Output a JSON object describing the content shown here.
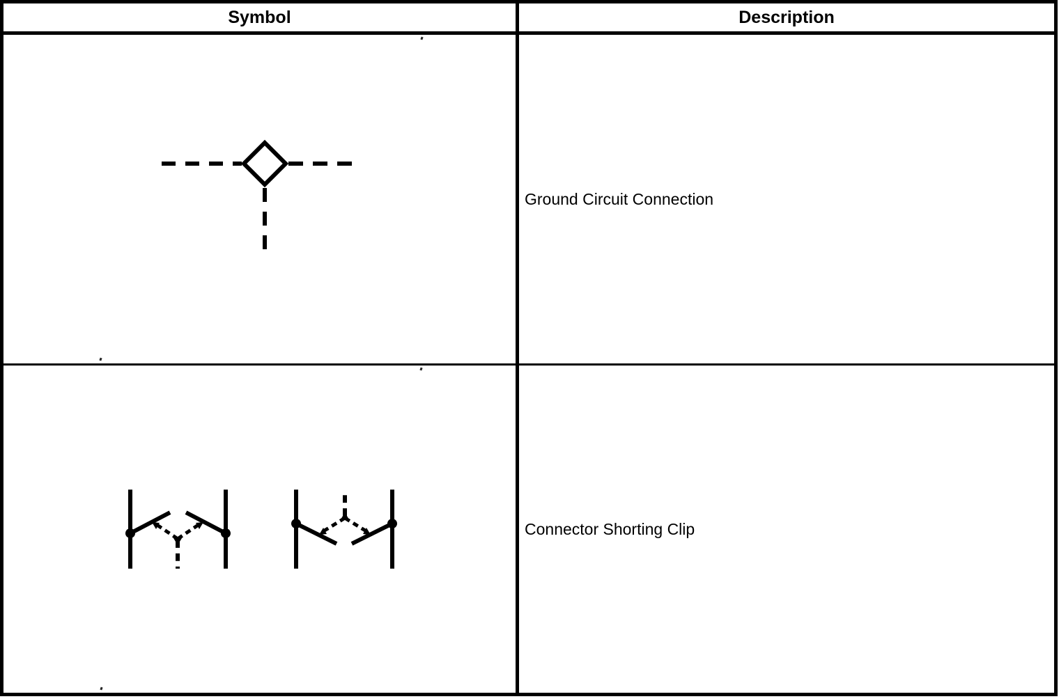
{
  "table": {
    "headers": [
      {
        "label": "Symbol"
      },
      {
        "label": "Description"
      }
    ],
    "rows": [
      {
        "symbol_name": "ground-circuit-connection-symbol",
        "description": "Ground Circuit Connection"
      },
      {
        "symbol_name": "connector-shorting-clip-symbol",
        "description": "Connector Shorting Clip"
      }
    ]
  },
  "colors": {
    "line": "#000000",
    "background": "#ffffff"
  }
}
